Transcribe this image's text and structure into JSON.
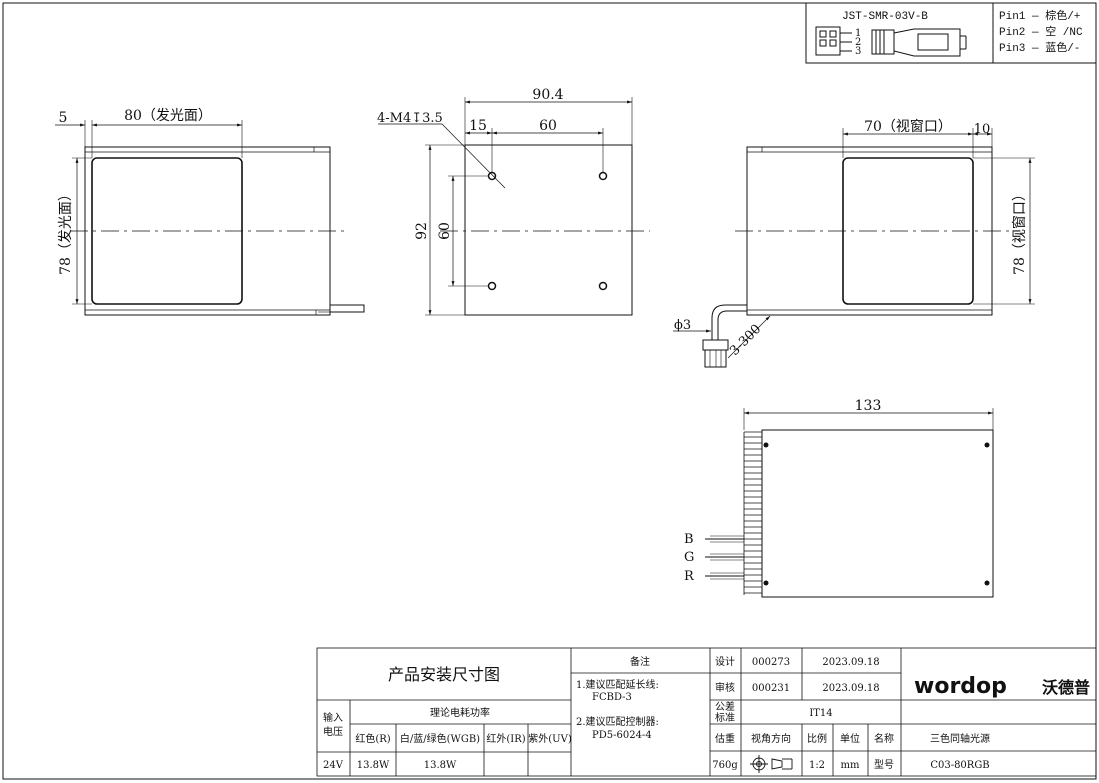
{
  "connector": {
    "model": "JST-SMR-03V-B",
    "pin_numbers": [
      "1",
      "2",
      "3"
    ],
    "pins": [
      "Pin1 — 棕色/+",
      "Pin2 — 空 /NC",
      "Pin3 — 蓝色/-"
    ]
  },
  "views": {
    "left": {
      "dim_top_small": "5",
      "dim_top_main": "80（发光面）",
      "dim_side": "78（发光面）"
    },
    "middle": {
      "dim_overall": "90.4",
      "dim_hole_offset": "15",
      "dim_hole_spacing": "60",
      "hole_note": "4-M4↧3.5",
      "dim_height": "92",
      "dim_hole_vertical": "60"
    },
    "right": {
      "dim_window": "70（视窗口）",
      "dim_edge": "10",
      "dim_side": "78（视窗口）",
      "dim_cable_dia": "ϕ3",
      "dim_cable_len": "3-300"
    },
    "bottom": {
      "dim_length": "133",
      "wire_labels": [
        "B",
        "G",
        "R"
      ]
    }
  },
  "title_block": {
    "drawing_title": "产品安装尺寸图",
    "notes_header": "备注",
    "notes": [
      "1.建议匹配延长线:",
      "FCBD-3",
      "2.建议匹配控制器:",
      "PD5-6024-4"
    ],
    "design_label": "设计",
    "design_id": "000273",
    "design_date": "2023.09.18",
    "review_label": "审核",
    "review_id": "000231",
    "review_date": "2023.09.18",
    "tolerance_label_1": "公差",
    "tolerance_label_2": "标准",
    "tolerance_value": "IT14",
    "weight_label": "估重",
    "view_dir_label": "视角方向",
    "scale_label": "比例",
    "unit_label": "单位",
    "name_label": "名称",
    "weight_value": "760g",
    "scale_value": "1:2",
    "unit_value": "mm",
    "model_label": "型号",
    "product_name": "三色同轴光源",
    "product_model": "C03-80RGB",
    "logo_text": "wordop",
    "logo_cn": "沃德普",
    "power_header": "理论电耗功率",
    "input_label_1": "输入",
    "input_label_2": "电压",
    "col_red": "红色(R)",
    "col_white": "白/蓝/绿色(WGB)",
    "col_ir": "红外(IR)",
    "col_uv": "紫外(UV)",
    "voltage": "24V",
    "power_red": "13.8W",
    "power_white": "13.8W",
    "power_ir": "",
    "power_uv": ""
  }
}
